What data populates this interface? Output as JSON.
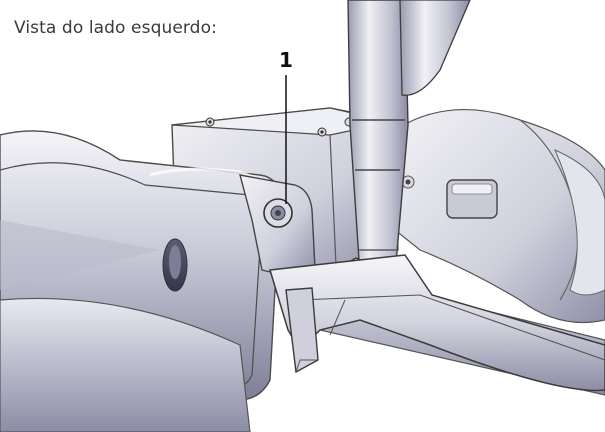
{
  "caption": "Vista do lado esquerdo:",
  "callouts": [
    {
      "label": "1"
    }
  ],
  "illustration": {
    "icon": "motorcycle-left-handlebar-brake-lever-illustration"
  }
}
